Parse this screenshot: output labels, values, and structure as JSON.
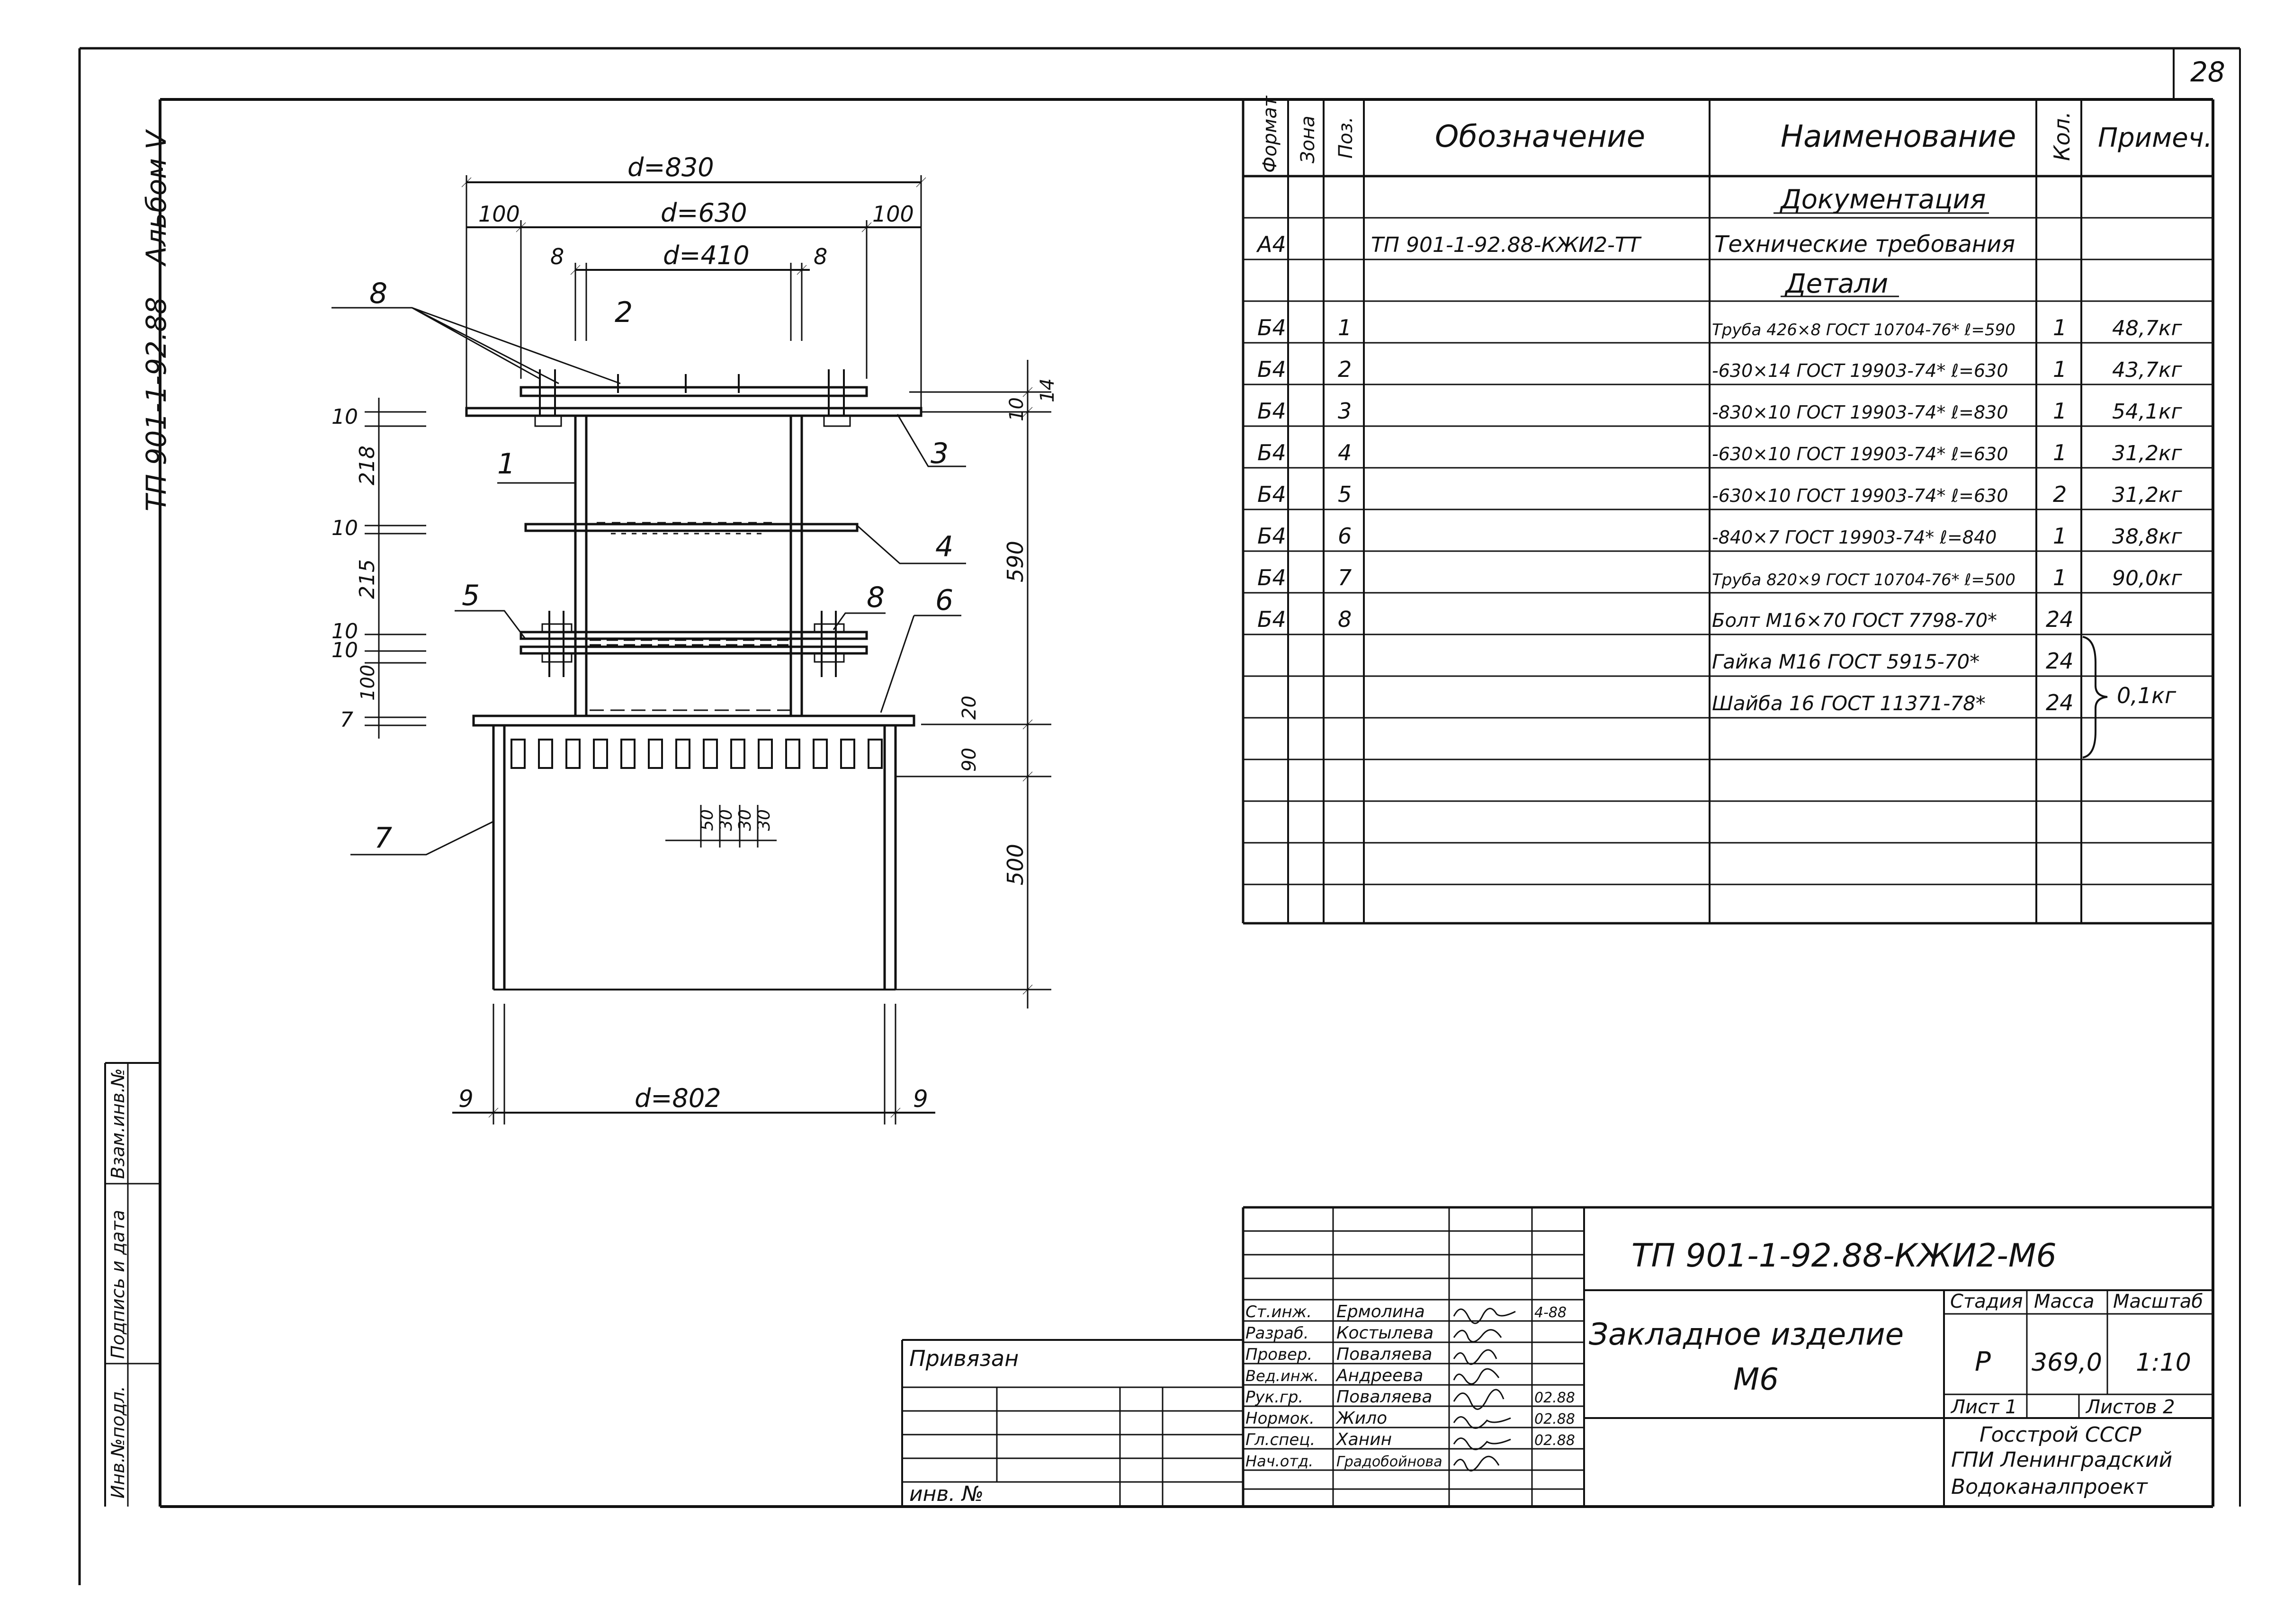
{
  "sheet": {
    "page_number": "28",
    "side_code": "ТП 901-1-92.88",
    "album": "Альбом V",
    "bottom_left": "",
    "bottom_right": ""
  },
  "left_stamp": {
    "inv_podl": "Инв.№подл.",
    "podpis": "Подпись и дата",
    "vzam": "Взам.инв.№"
  },
  "drawing": {
    "dims": {
      "d830": "d=830",
      "d630": "d=630",
      "d410": "d=410",
      "d802": "d=802",
      "d100a": "100",
      "d100b": "100",
      "d8a": "8",
      "d8b": "8",
      "d9a": "9",
      "d9b": "9",
      "v10a": "10",
      "v218": "218",
      "v10b": "10",
      "v215": "215",
      "v10c": "10",
      "v10d": "10",
      "v100": "100",
      "v7": "7",
      "r14": "14",
      "r10": "10",
      "r590": "590",
      "r20": "20",
      "r90": "90",
      "r500": "500",
      "s50": "50",
      "s30a": "30",
      "s30b": "30",
      "s30c": "30"
    },
    "labels": {
      "p1": "1",
      "p2": "2",
      "p3": "3",
      "p4": "4",
      "p5": "5",
      "p6": "6",
      "p7": "7",
      "p8a": "8",
      "p8b": "8"
    }
  },
  "spec": {
    "headers": {
      "format": "Формат",
      "zone": "Зона",
      "pos": "Поз.",
      "designation": "Обозначение",
      "name": "Наименование",
      "qty": "Кол.",
      "note": "Примеч."
    },
    "rows": [
      {
        "format": "",
        "zone": "",
        "pos": "",
        "designation": "",
        "name": "Документация",
        "qty": "",
        "note": ""
      },
      {
        "format": "А4",
        "zone": "",
        "pos": "",
        "designation": "ТП 901-1-92.88-КЖИ2-ТТ",
        "name": "Технические требования",
        "qty": "",
        "note": ""
      },
      {
        "format": "",
        "zone": "",
        "pos": "",
        "designation": "",
        "name": "Детали",
        "qty": "",
        "note": ""
      },
      {
        "format": "Б4",
        "zone": "",
        "pos": "1",
        "designation": "",
        "name": "Труба 426×8 ГОСТ 10704-76* ℓ=590",
        "qty": "1",
        "note": "48,7кг"
      },
      {
        "format": "Б4",
        "zone": "",
        "pos": "2",
        "designation": "",
        "name": "-630×14 ГОСТ 19903-74* ℓ=630",
        "qty": "1",
        "note": "43,7кг"
      },
      {
        "format": "Б4",
        "zone": "",
        "pos": "3",
        "designation": "",
        "name": "-830×10 ГОСТ 19903-74* ℓ=830",
        "qty": "1",
        "note": "54,1кг"
      },
      {
        "format": "Б4",
        "zone": "",
        "pos": "4",
        "designation": "",
        "name": "-630×10 ГОСТ 19903-74* ℓ=630",
        "qty": "1",
        "note": "31,2кг"
      },
      {
        "format": "Б4",
        "zone": "",
        "pos": "5",
        "designation": "",
        "name": "-630×10 ГОСТ 19903-74* ℓ=630",
        "qty": "2",
        "note": "31,2кг"
      },
      {
        "format": "Б4",
        "zone": "",
        "pos": "6",
        "designation": "",
        "name": "-840×7 ГОСТ 19903-74* ℓ=840",
        "qty": "1",
        "note": "38,8кг"
      },
      {
        "format": "Б4",
        "zone": "",
        "pos": "7",
        "designation": "",
        "name": "Труба 820×9 ГОСТ 10704-76* ℓ=500",
        "qty": "1",
        "note": "90,0кг"
      },
      {
        "format": "Б4",
        "zone": "",
        "pos": "8",
        "designation": "",
        "name": "Болт М16×70 ГОСТ 7798-70*",
        "qty": "24",
        "note": ""
      },
      {
        "format": "",
        "zone": "",
        "pos": "",
        "designation": "",
        "name": "Гайка М16 ГОСТ 5915-70*",
        "qty": "24",
        "note": "0,1кг"
      },
      {
        "format": "",
        "zone": "",
        "pos": "",
        "designation": "",
        "name": "Шайба 16 ГОСТ 11371-78*",
        "qty": "24",
        "note": ""
      },
      {
        "format": "",
        "zone": "",
        "pos": "",
        "designation": "",
        "name": "",
        "qty": "",
        "note": ""
      },
      {
        "format": "",
        "zone": "",
        "pos": "",
        "designation": "",
        "name": "",
        "qty": "",
        "note": ""
      },
      {
        "format": "",
        "zone": "",
        "pos": "",
        "designation": "",
        "name": "",
        "qty": "",
        "note": ""
      },
      {
        "format": "",
        "zone": "",
        "pos": "",
        "designation": "",
        "name": "",
        "qty": "",
        "note": ""
      }
    ]
  },
  "binding": {
    "privyazan": "Привязан",
    "inv": "инв. №"
  },
  "title_block": {
    "code": "ТП 901-1-92.88-КЖИ2-М6",
    "title_line1": "Закладное изделие",
    "title_line2": "М6",
    "stage_label": "Стадия",
    "mass_label": "Масса",
    "scale_label": "Масштаб",
    "stage": "Р",
    "mass": "369,0",
    "scale": "1:10",
    "sheet": "Лист 1",
    "sheets": "Листов 2",
    "org1": "Госстрой СССР",
    "org2": "ГПИ Ленинградский",
    "org3": "Водоканалпроект",
    "people": [
      {
        "role": "Ст.инж.",
        "name": "Ермолина",
        "date": "4-88"
      },
      {
        "role": "Разраб.",
        "name": "Костылева",
        "date": ""
      },
      {
        "role": "Провер.",
        "name": "Поваляева",
        "date": ""
      },
      {
        "role": "Вед.инж.",
        "name": "Андреева",
        "date": ""
      },
      {
        "role": "Рук.гр.",
        "name": "Поваляева",
        "date": "02.88"
      },
      {
        "role": "Нормок.",
        "name": "Жило",
        "date": "02.88"
      },
      {
        "role": "Гл.спец.",
        "name": "Ханин",
        "date": "02.88"
      },
      {
        "role": "Нач.отд.",
        "name": "Градобойнова",
        "date": ""
      }
    ]
  }
}
